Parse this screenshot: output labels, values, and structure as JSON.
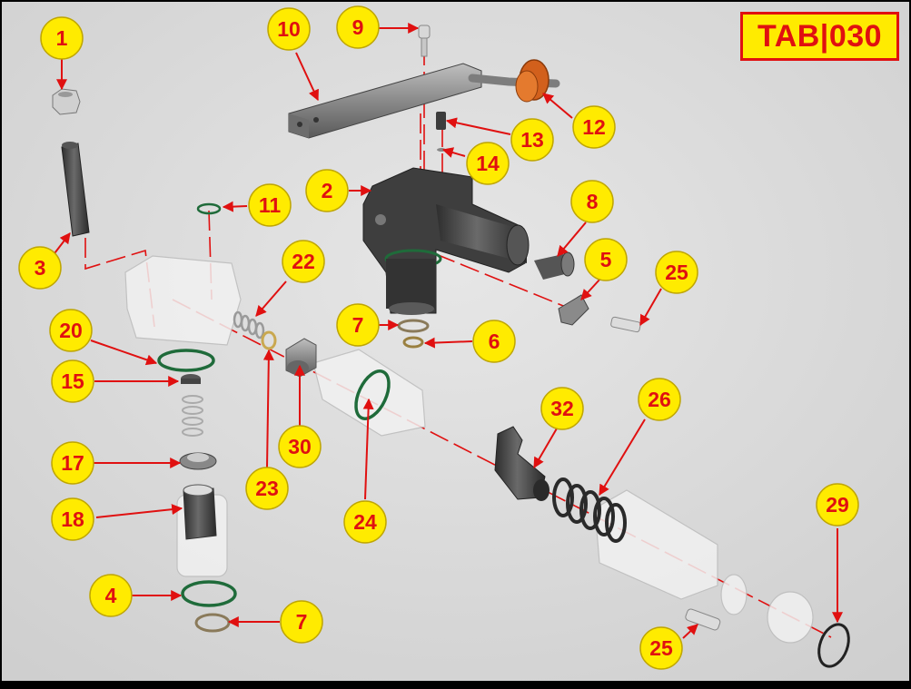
{
  "badge": {
    "label": "TAB|030"
  },
  "colors": {
    "background": "#dcdcdc",
    "callout_fill": "#ffeb00",
    "callout_stroke": "#e01010",
    "leader_line": "#e01010",
    "part_metal": "#4a4a4a",
    "part_ghost": "#eeeeee",
    "oring": "#1f6b3a"
  },
  "callouts": [
    {
      "id": "c1",
      "label": "1"
    },
    {
      "id": "c10",
      "label": "10"
    },
    {
      "id": "c9",
      "label": "9"
    },
    {
      "id": "c12",
      "label": "12"
    },
    {
      "id": "c13",
      "label": "13"
    },
    {
      "id": "c14",
      "label": "14"
    },
    {
      "id": "c2",
      "label": "2"
    },
    {
      "id": "c8",
      "label": "8"
    },
    {
      "id": "c11",
      "label": "11"
    },
    {
      "id": "c3",
      "label": "3"
    },
    {
      "id": "c22",
      "label": "22"
    },
    {
      "id": "c5",
      "label": "5"
    },
    {
      "id": "c25a",
      "label": "25"
    },
    {
      "id": "c7a",
      "label": "7"
    },
    {
      "id": "c6",
      "label": "6"
    },
    {
      "id": "c20",
      "label": "20"
    },
    {
      "id": "c15",
      "label": "15"
    },
    {
      "id": "c30",
      "label": "30"
    },
    {
      "id": "c23",
      "label": "23"
    },
    {
      "id": "c24",
      "label": "24"
    },
    {
      "id": "c32",
      "label": "32"
    },
    {
      "id": "c26",
      "label": "26"
    },
    {
      "id": "c17",
      "label": "17"
    },
    {
      "id": "c18",
      "label": "18"
    },
    {
      "id": "c29",
      "label": "29"
    },
    {
      "id": "c4",
      "label": "4"
    },
    {
      "id": "c7b",
      "label": "7"
    },
    {
      "id": "c25b",
      "label": "25"
    }
  ]
}
